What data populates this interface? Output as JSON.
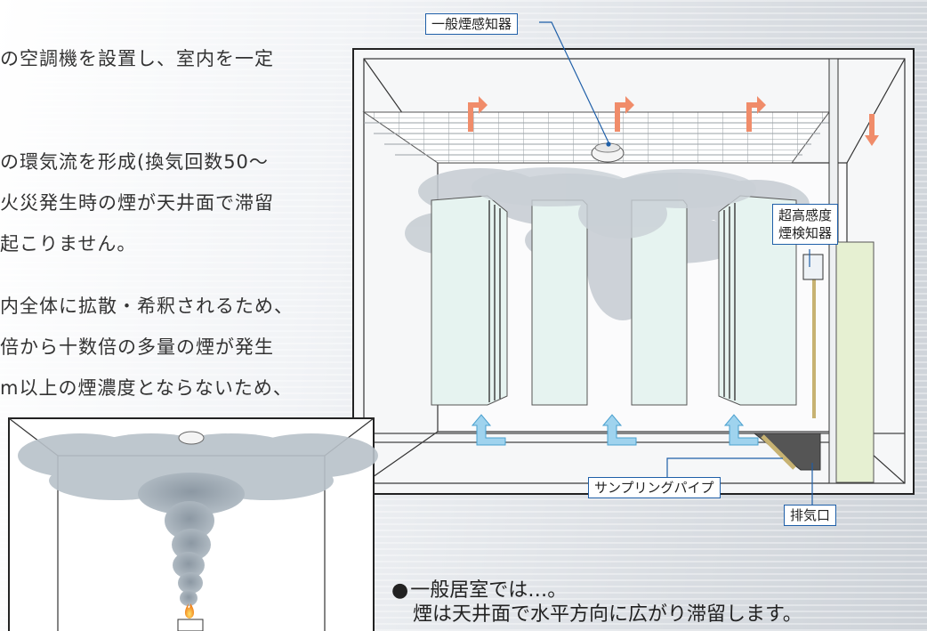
{
  "paragraph_lines": [
    "の空調機を設置し、室内を一定",
    "",
    "の環気流を形成(換気回数50～",
    "火災発生時の煙が天井面で滞留",
    "起こりません。",
    "内全体に拡散・希釈されるため、",
    "倍から十数倍の多量の煙が発生",
    "m以上の煙濃度とならないため、"
  ],
  "labels": {
    "general_detector": "一般煙感知器",
    "high_sensitivity_detector": "超高感度\n煙検知器",
    "sampling_pipe": "サンプリングパイプ",
    "exhaust_port": "排気口"
  },
  "note": {
    "bullet": "●",
    "line1": "一般居室では…。",
    "line2": "煙は天井面で水平方向に広がり滞留します。"
  },
  "colors": {
    "airflow_up": "#f08c6a",
    "airflow_in": "#9fd3ee",
    "callout_border": "#1f5fa8",
    "rack_fill": "#e6f3f0",
    "panel_green": "#e6f0d2",
    "smoke": "#9aa6b0"
  }
}
